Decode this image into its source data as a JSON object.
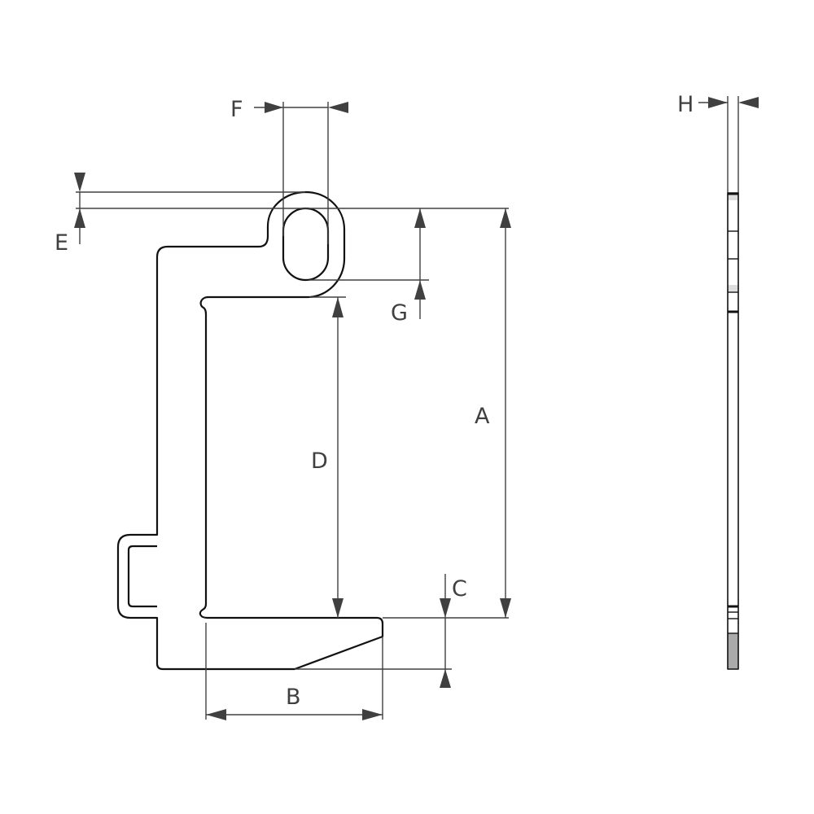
{
  "dimensions": {
    "A": "A",
    "B": "B",
    "C": "C",
    "D": "D",
    "E": "E",
    "F": "F",
    "G": "G",
    "H": "H"
  },
  "colors": {
    "line": "#111111",
    "dimension": "#404040",
    "shade": "#aaaaaa"
  }
}
